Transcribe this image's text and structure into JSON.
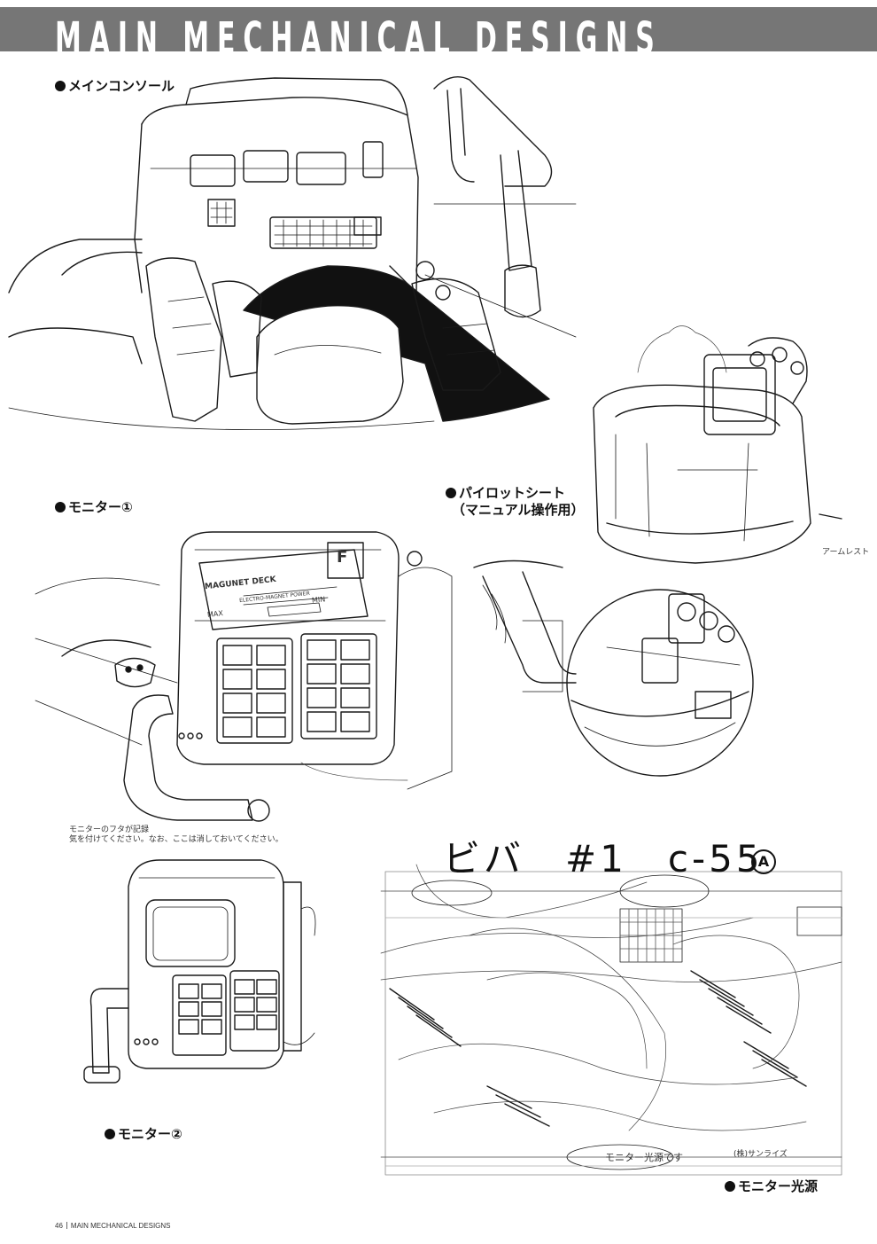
{
  "header": {
    "title": "MAIN MECHANICAL DESIGNS"
  },
  "captions": {
    "main_console": "メインコンソール",
    "monitor_1": "モニター①",
    "pilot_seat_line1": "パイロットシート",
    "pilot_seat_line2": "（マニュアル操作用）",
    "monitor_2": "モニター②",
    "monitor_light": "モニター光源"
  },
  "panel_labels": {
    "maguinet_deck": "MAGUNET DECK",
    "electro_magnet_power": "ELECTRO-MAGNET POWER",
    "max": "MAX",
    "min": "MIN",
    "f_badge": "F"
  },
  "handwritten": {
    "cut_title": "ビバ　#1　c-55",
    "cut_mark": "A",
    "monitor_light_note": "モニター光源です",
    "copyright": "(株)サンライズ"
  },
  "footer": {
    "page_number": "46",
    "section": "MAIN MECHANICAL DESIGNS"
  },
  "icons": [
    "bullet-dot-icon"
  ]
}
